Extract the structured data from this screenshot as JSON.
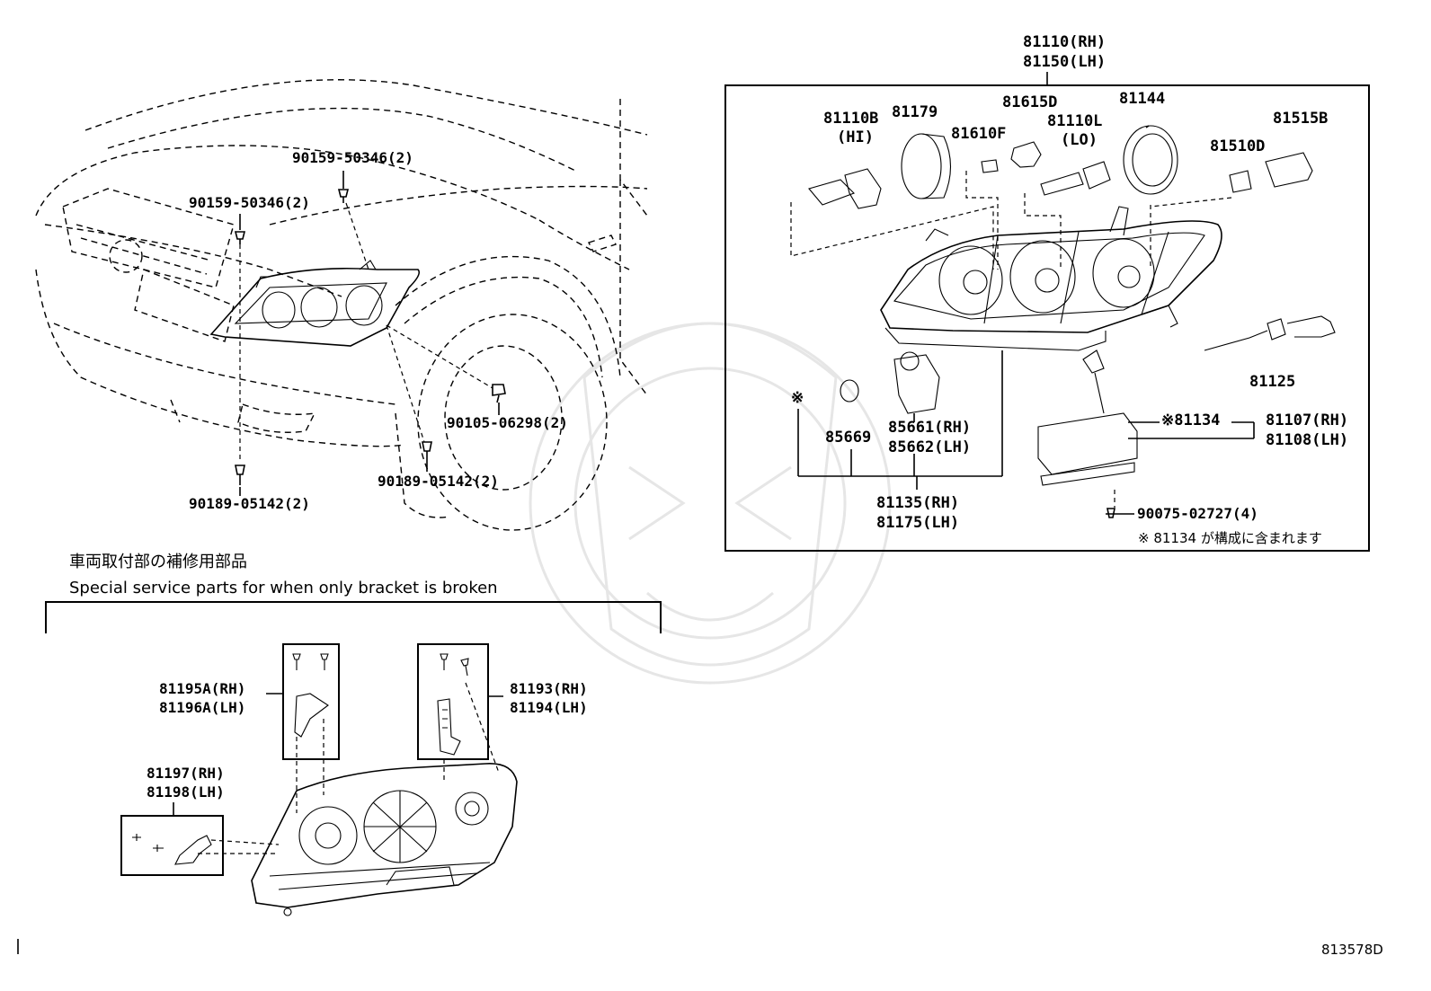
{
  "diagram_id": "813578D",
  "section_title_jp": "車両取付部の補修用部品",
  "section_title_en": "Special service parts for when only bracket is broken",
  "note_jp": "※ 81134 が構成に含まれます",
  "asterisk": "※",
  "car_labels": {
    "bolt_top_a": "90159-50346(2)",
    "bolt_top_b": "90159-50346(2)",
    "screw_right": "90105-06298(2)",
    "clip_bottom_left": "90189-05142(2)",
    "clip_bottom_mid": "90189-05142(2)"
  },
  "assembly": {
    "rh": "81110(RH)",
    "lh": "81150(LH)"
  },
  "parts": {
    "p81110b": "81110B",
    "hi": "(HI)",
    "p81179": "81179",
    "p81615d": "81615D",
    "p81610f": "81610F",
    "p81110l": "81110L",
    "lo": "(LO)",
    "p81144": "81144",
    "p81515b": "81515B",
    "p81510d": "81510D",
    "p81125": "81125",
    "p85669": "85669",
    "p85661": "85661(RH)",
    "p85662": "85662(LH)",
    "p81134": "※81134",
    "p81107": "81107(RH)",
    "p81108": "81108(LH)",
    "p81135": "81135(RH)",
    "p81175": "81175(LH)",
    "p90075": "90075-02727(4)"
  },
  "brackets": {
    "p81195a": "81195A(RH)",
    "p81196a": "81196A(LH)",
    "p81193": "81193(RH)",
    "p81194": "81194(LH)",
    "p81197": "81197(RH)",
    "p81198": "81198(LH)"
  }
}
